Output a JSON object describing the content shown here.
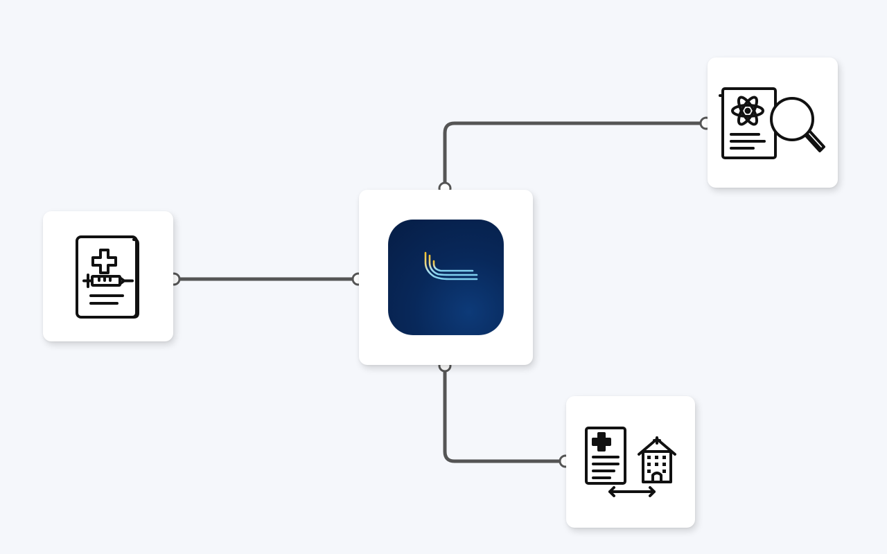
{
  "diagram": {
    "center_node": {
      "icon": "h-logo-icon",
      "colors": {
        "tile": "#08285a",
        "stripe_top": "#f2c230",
        "stripe_bottom": "#7fd0f0"
      }
    },
    "nodes": [
      {
        "id": "vaccine-record",
        "icon": "medical-record-syringe-icon"
      },
      {
        "id": "research",
        "icon": "atom-document-magnifier-icon"
      },
      {
        "id": "record-transfer",
        "icon": "record-hospital-transfer-icon"
      }
    ],
    "edges": [
      {
        "from": "vaccine-record",
        "to": "center"
      },
      {
        "from": "center",
        "to": "research"
      },
      {
        "from": "center",
        "to": "record-transfer"
      }
    ],
    "connector_color": "#555555",
    "background": "#f5f7fb"
  }
}
